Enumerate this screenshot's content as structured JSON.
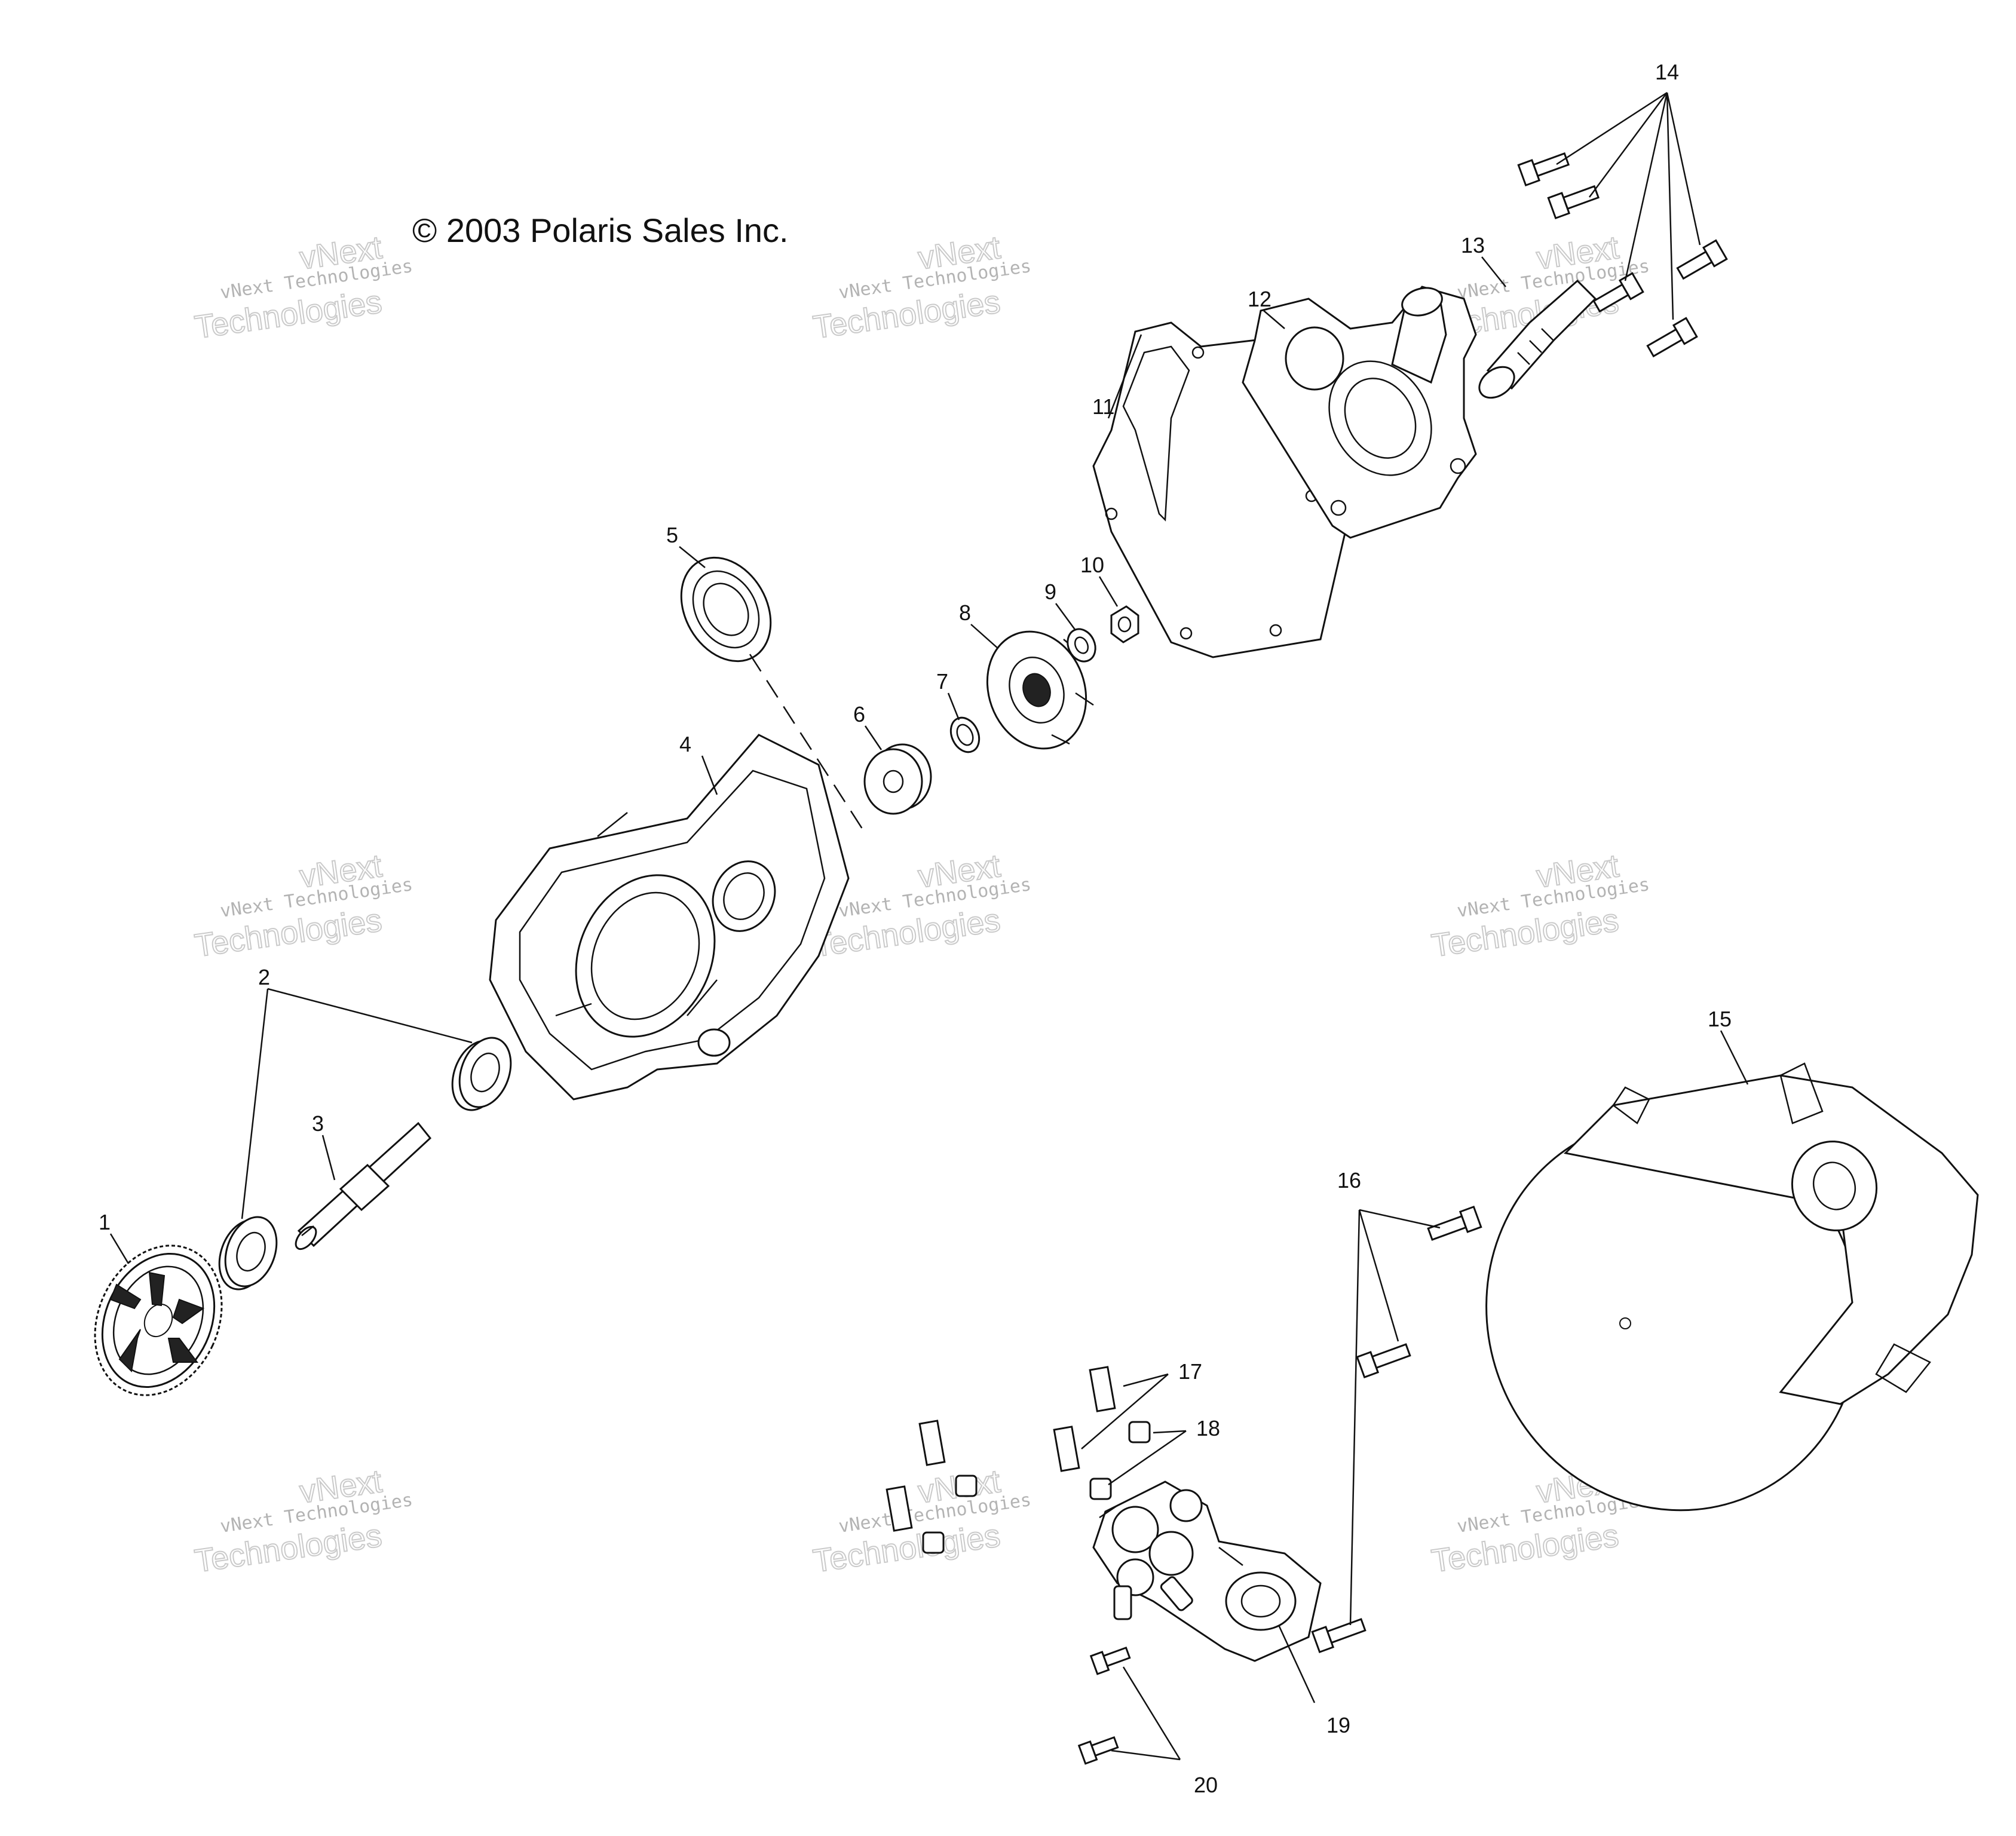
{
  "copyright": "© 2003 Polaris Sales Inc.",
  "watermark": {
    "line1": "vNext Technologies",
    "line2": "vNext",
    "line3": "Technologies"
  },
  "callouts": [
    "1",
    "2",
    "3",
    "4",
    "5",
    "6",
    "7",
    "8",
    "9",
    "10",
    "11",
    "12",
    "13",
    "14",
    "15",
    "16",
    "17",
    "18",
    "19",
    "20"
  ]
}
